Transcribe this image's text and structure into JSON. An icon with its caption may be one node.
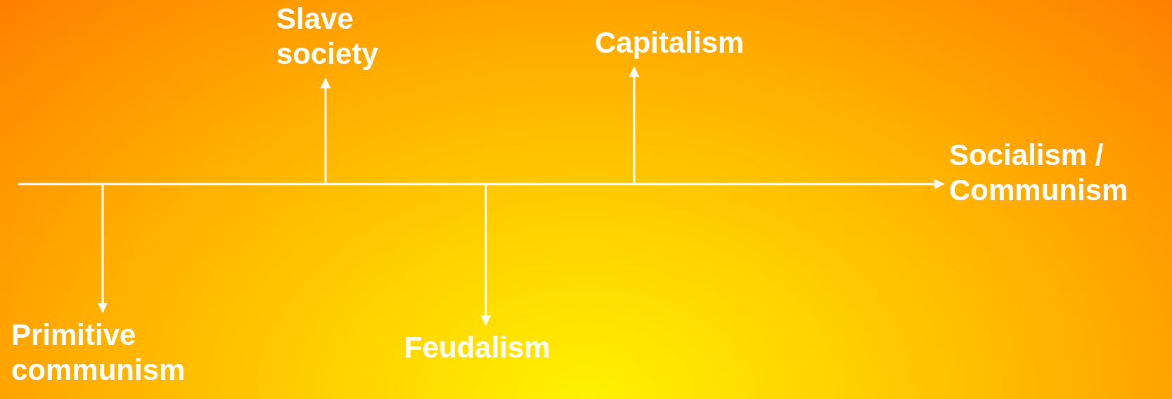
{
  "diagram": {
    "nodes": [
      {
        "text": [
          "Primitive communism"
        ]
      },
      {
        "text": [
          "Slave society"
        ]
      },
      {
        "text": [
          "Feudalism"
        ]
      },
      {
        "text": [
          "Capitalism"
        ]
      },
      {
        "text": [
          "Socialism / Communism"
        ]
      }
    ],
    "edges": [
      {
        "from": null,
        "to": 4,
        "arrow": "to"
      },
      {
        "from": null,
        "to": 0,
        "arrow": "to"
      },
      {
        "from": null,
        "to": 1,
        "arrow": "to"
      },
      {
        "from": null,
        "to": 2,
        "arrow": "to"
      },
      {
        "from": null,
        "to": 3,
        "arrow": "to"
      }
    ]
  }
}
